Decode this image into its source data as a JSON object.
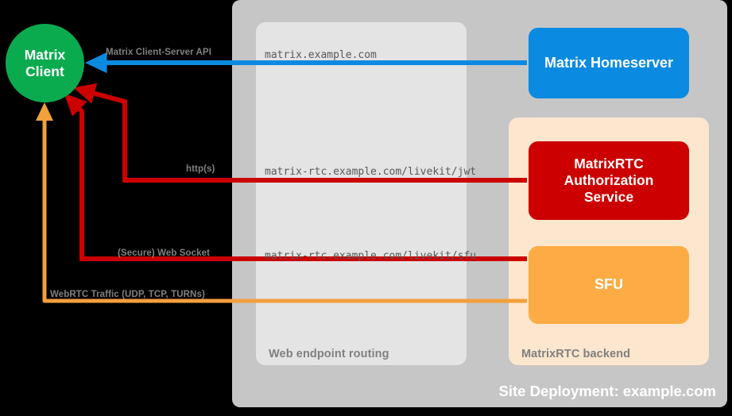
{
  "diagram": {
    "title": "Site Deployment: example.com",
    "containers": [
      {
        "id": "site-deployment",
        "label": "Site Deployment: example.com",
        "color": "#c6c6c6"
      },
      {
        "id": "web-endpoint-routing",
        "label": "Web endpoint routing",
        "color": "#e4e4e4"
      },
      {
        "id": "matrixrtc-backend",
        "label": "MatrixRTC backend",
        "color": "#fce6cd"
      }
    ],
    "nodes": [
      {
        "id": "matrix-client",
        "label": "Matrix\nClient",
        "line1": "Matrix",
        "line2": "Client",
        "shape": "circle",
        "color": "#0aab4f"
      },
      {
        "id": "matrix-homeserver",
        "label": "Matrix Homeserver",
        "shape": "rounded-rect",
        "color": "#0b8ae2"
      },
      {
        "id": "matrixrtc-authorization-service",
        "label": "MatrixRTC Authorization Service",
        "line1": "MatrixRTC",
        "line2": "Authorization",
        "line3": "Service",
        "shape": "rounded-rect",
        "color": "#cc0000"
      },
      {
        "id": "sfu",
        "label": "SFU",
        "shape": "rounded-rect",
        "color": "#fdab44"
      }
    ],
    "edges": [
      {
        "id": "client-server-api",
        "label": "Matrix Client-Server API",
        "endpoint": "matrix.example.com",
        "color": "#0b8ae2",
        "from": "matrix-homeserver",
        "to": "matrix-client"
      },
      {
        "id": "https-jwt",
        "label": "http(s)",
        "endpoint": "matrix-rtc.example.com/livekit/jwt",
        "color": "#cc0000",
        "from": "matrixrtc-authorization-service",
        "to": "matrix-client"
      },
      {
        "id": "websocket-sfu",
        "label": "(Secure) Web Socket",
        "endpoint": "matrix-rtc.example.com/livekit/sfu",
        "color": "#cc0000",
        "from": "sfu",
        "to": "matrix-client"
      },
      {
        "id": "webrtc-traffic",
        "label": "WebRTC Traffic (UDP, TCP, TURNs)",
        "endpoint": "",
        "color": "#f2a03c",
        "from": "sfu",
        "to": "matrix-client"
      }
    ],
    "colors": {
      "background": "#000000",
      "green": "#0aab4f",
      "blue": "#0b8ae2",
      "red": "#cc0000",
      "orange": "#fdab44",
      "orange_line": "#f2a03c",
      "gray_container": "#c6c6c6",
      "gray_inner": "#e4e4e4",
      "peach": "#fce6cd",
      "label_gray": "#808080"
    }
  }
}
